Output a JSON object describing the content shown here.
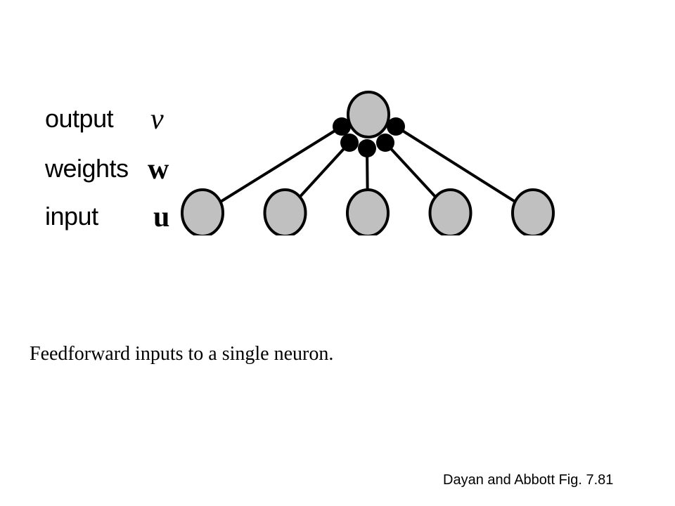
{
  "diagram": {
    "labels": {
      "output": "output",
      "weights": "weights",
      "input": "input"
    },
    "symbols": {
      "output": "v",
      "weights": "w",
      "input": "u"
    },
    "input_neuron_count": 5,
    "colors": {
      "neuron_fill": "#c0c0c0",
      "stroke": "#000000",
      "synapse": "#000000"
    }
  },
  "caption": "Feedforward inputs to a single neuron.",
  "credit": "Dayan and Abbott Fig. 7.81"
}
